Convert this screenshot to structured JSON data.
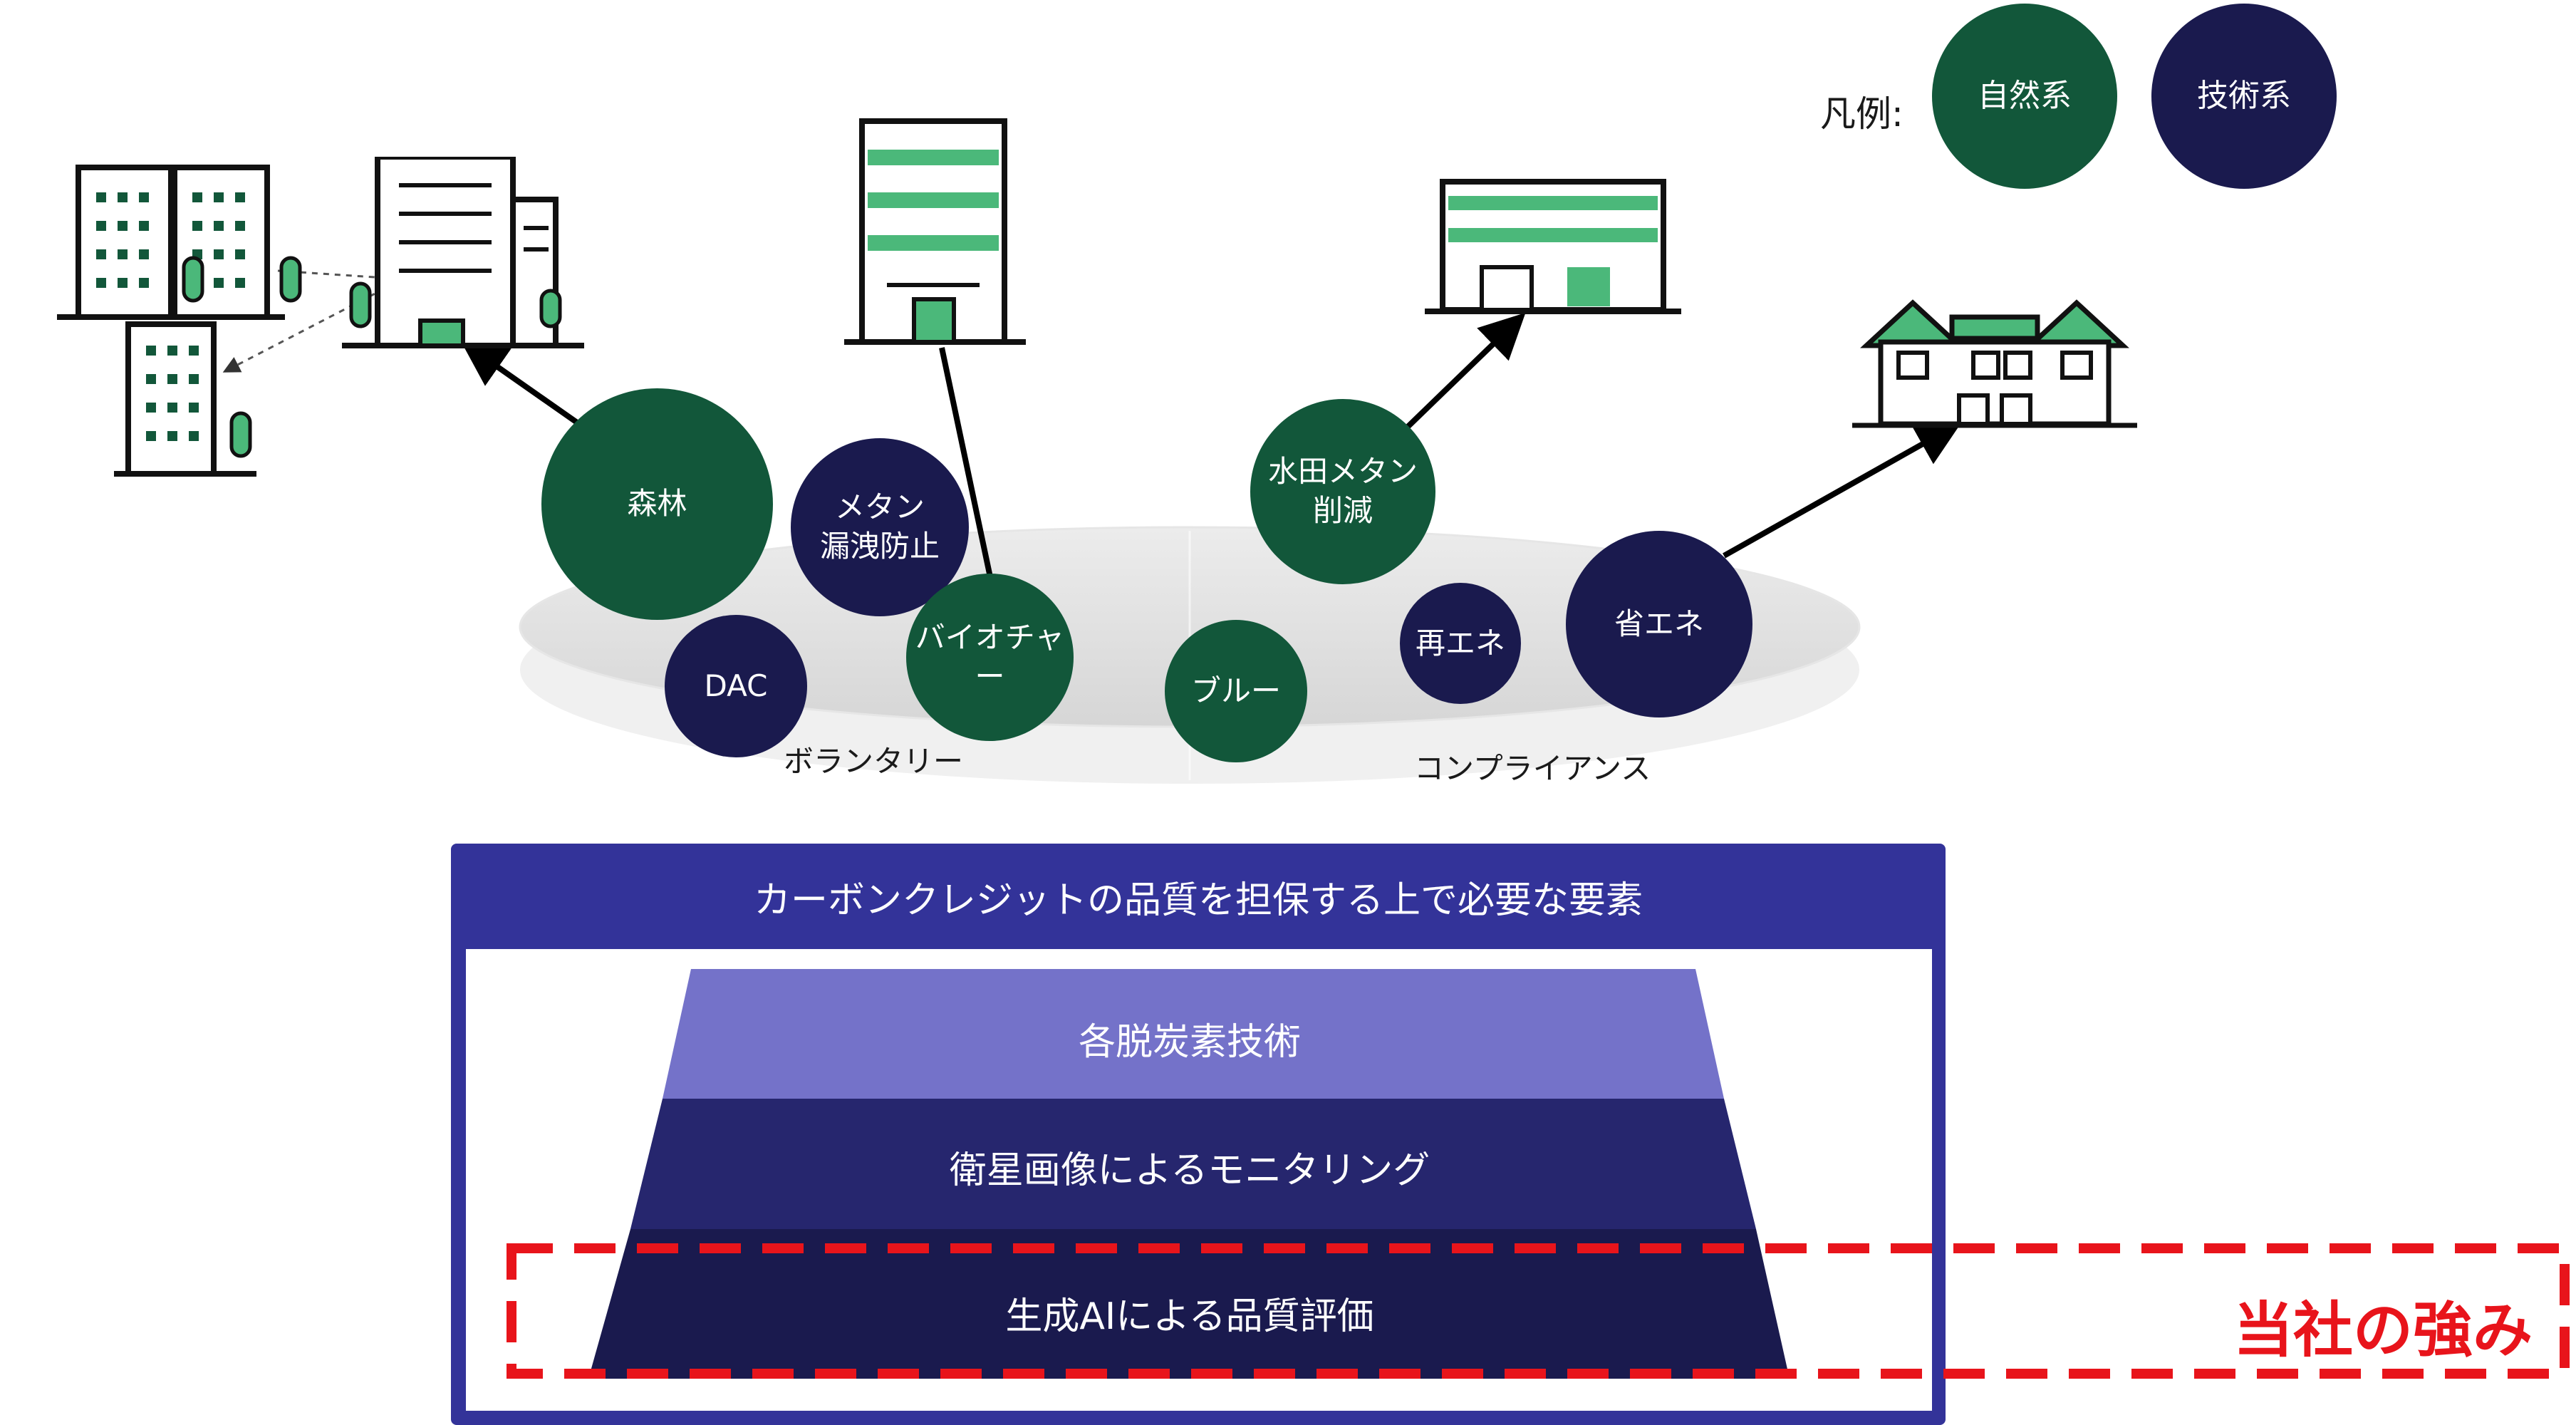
{
  "legend": {
    "label": "凡例:",
    "items": [
      {
        "text": "自然系",
        "color": "#12573a"
      },
      {
        "text": "技術系",
        "color": "#1a1a4e"
      }
    ]
  },
  "platform_labels": {
    "voluntary": "ボランタリー",
    "compliance": "コンプライアンス"
  },
  "bubbles": {
    "forest": "森林",
    "methane_leak": "メタン\n漏洩防止",
    "dac": "DAC",
    "biochar": "バイオチャー",
    "blue": "ブルー",
    "paddy_methane": "水田メタン\n削減",
    "renewable": "再エネ",
    "energy_saving": "省エネ"
  },
  "quality_box": {
    "title": "カーボンクレジットの品質を担保する上で必要な要素",
    "tiers": [
      {
        "text": "各脱炭素技術",
        "color": "#7472c9"
      },
      {
        "text": "衛星画像によるモニタリング",
        "color": "#26266e"
      },
      {
        "text": "生成AIによる品質評価",
        "color": "#1a1a4e"
      }
    ]
  },
  "strength_label": "当社の強み",
  "colors": {
    "nature": "#12573a",
    "tech": "#1a1a4e",
    "frame": "#333399",
    "highlight": "#e8141b",
    "icon_accent": "#4bb87a"
  }
}
